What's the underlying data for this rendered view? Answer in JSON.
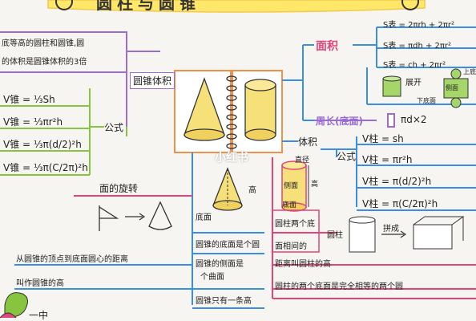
{
  "title": {
    "text": "圆柱与圆锥"
  },
  "cone": {
    "note_line1": "底等高的圆柱和圆锥,圆",
    "note_line2": "的体积是圆锥体积的3倍",
    "volume_label": "圆锥体积",
    "formula_label": "公式",
    "formulas": [
      "V锥 = ⅓Sh",
      "V锥 = ⅓πr²h",
      "V锥 = ⅓π(d/2)²h",
      "V锥 = ⅓π(C/2π)²h"
    ],
    "rotation_label": "面的旋转",
    "facts": [
      "圆锥的底面是个圆",
      "圆锥的侧面是",
      "个曲面",
      "圆锥只有一条高"
    ],
    "height_def_line1": "从圆锥的顶点到底面圆心的距离",
    "height_def_line2": "叫作圆锥的高",
    "diagram_labels": {
      "height": "高",
      "base": "底面"
    }
  },
  "cylinder": {
    "area_label": "面积",
    "area_formulas": [
      "S表 = 2πrh + 2πr²",
      "S表 = πdh + 2πr²",
      "S表 = ch + 2πr²"
    ],
    "unfold_label": "展开",
    "unfold_parts": {
      "top": "上底",
      "bottom": "下底面",
      "side": "侧面"
    },
    "perimeter_label": "周长(底面)",
    "perimeter_formula": "πd×2",
    "volume_label": "体积",
    "formula_label": "公式",
    "volume_formulas": [
      "V柱 = sh",
      "V柱 = πr²h",
      "V柱 = π(d/2)²h",
      "V柱 = π(C/2π)²h"
    ],
    "diagram_labels": {
      "height": "高",
      "base": "底面",
      "side": "侧面",
      "line": "直径"
    },
    "name_label": "圆柱",
    "transform_label": "拼成",
    "facts": [
      "圆柱两个底",
      "面相间的",
      "距离叫圆柱的高",
      "圆柱的两个底面是完全相等的两个圆"
    ]
  },
  "watermark": {
    "text": "小红书"
  },
  "corner_text": "一中"
}
